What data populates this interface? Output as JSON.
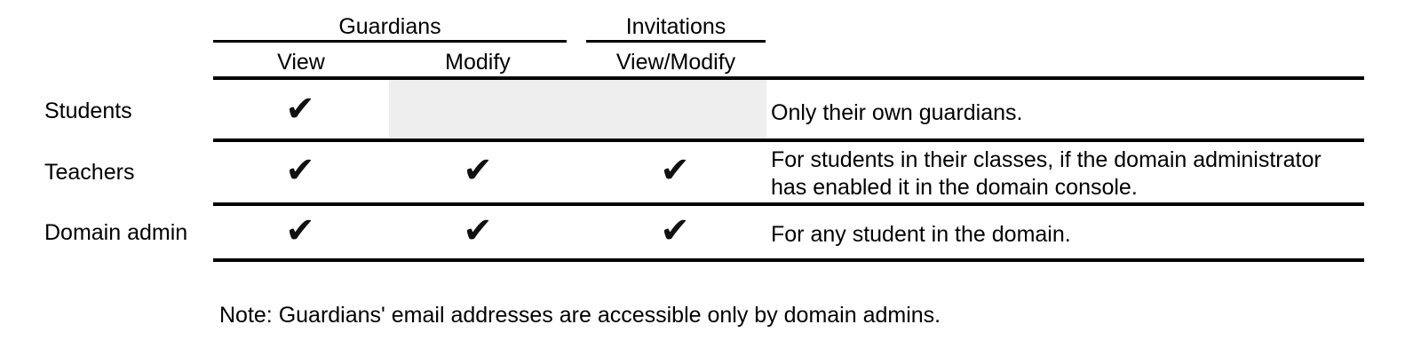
{
  "table": {
    "group_headers": [
      {
        "label": "Guardians",
        "spans": [
          "View",
          "Modify"
        ]
      },
      {
        "label": "Invitations",
        "spans": [
          "View/Modify"
        ]
      }
    ],
    "column_headers": [
      "View",
      "Modify",
      "View/Modify"
    ],
    "row_label_header": "",
    "notes_header": "",
    "rows": [
      {
        "label": "Students",
        "guardians_view": "✔",
        "guardians_modify": "",
        "invitations_view_modify": "",
        "note": "Only their own guardians.",
        "shaded": true
      },
      {
        "label": "Teachers",
        "guardians_view": "✔",
        "guardians_modify": "✔",
        "invitations_view_modify": "✔",
        "note": "For students in their classes, if the domain administrator\nhas enabled it in the domain console.",
        "shaded": false
      },
      {
        "label": "Domain admin",
        "guardians_view": "✔",
        "guardians_modify": "✔",
        "invitations_view_modify": "✔",
        "note": "For any student in the domain.",
        "shaded": false
      }
    ]
  },
  "footnote": {
    "text": "Note: Guardians' email addresses are accessible only by domain admins."
  },
  "colors": {
    "rule": "#000000",
    "text": "#000000",
    "shaded_cell": "#eeeeee",
    "background": "#ffffff"
  }
}
